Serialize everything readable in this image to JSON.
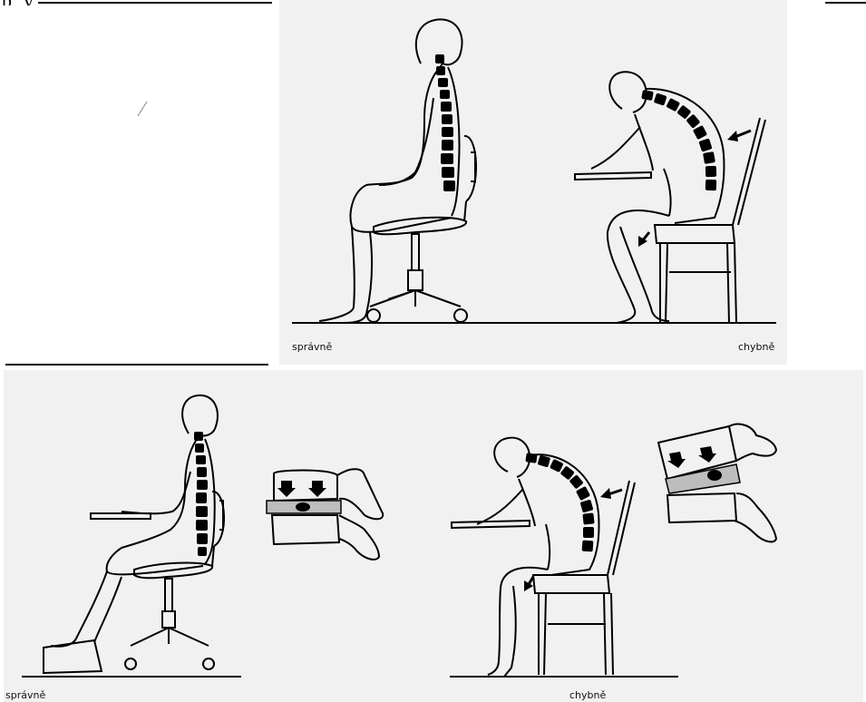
{
  "labels": {
    "top_left": "správně",
    "top_right": "chybně",
    "bottom_left": "správně",
    "bottom_right": "chybně"
  }
}
